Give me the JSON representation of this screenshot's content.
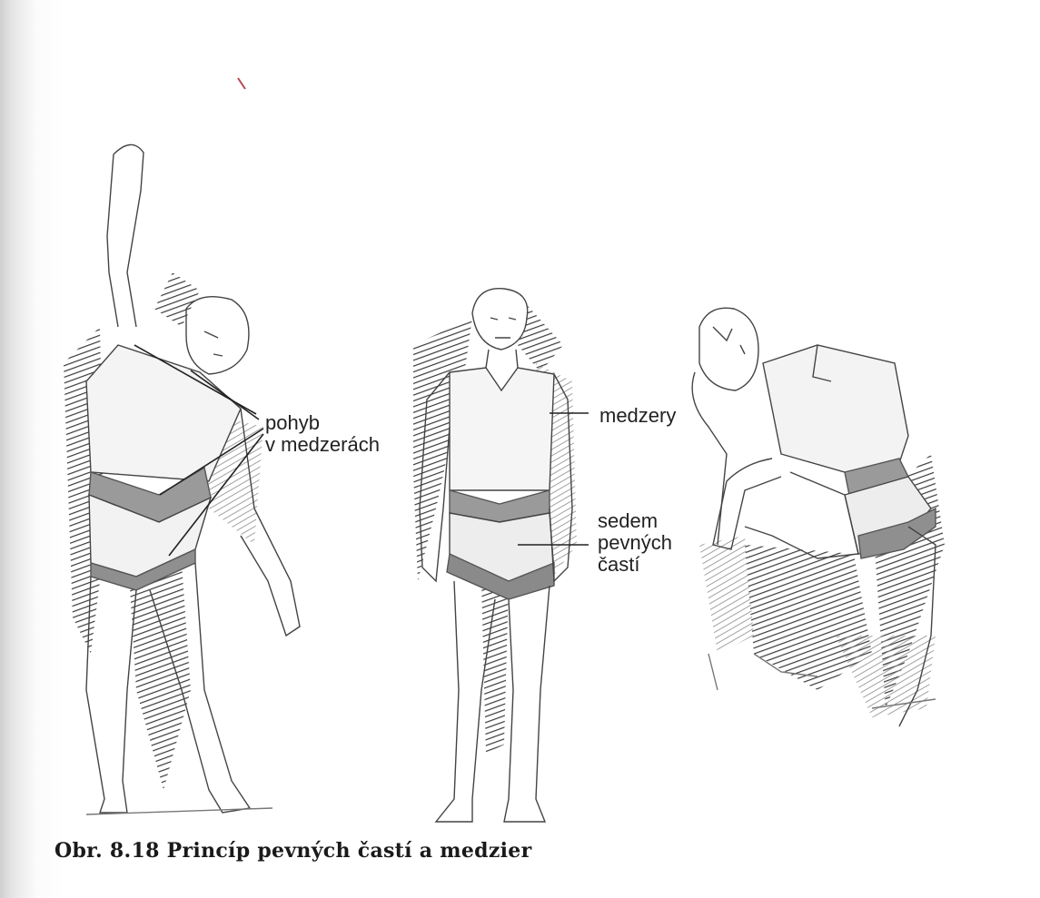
{
  "figure": {
    "labels": {
      "movement_in_gaps": "pohyb\nv medzerách",
      "gaps": "medzery",
      "seven_fixed_parts": "sedem\npevných\nčastí"
    },
    "caption": "Obr. 8.18 Princíp pevných častí a medzier"
  }
}
